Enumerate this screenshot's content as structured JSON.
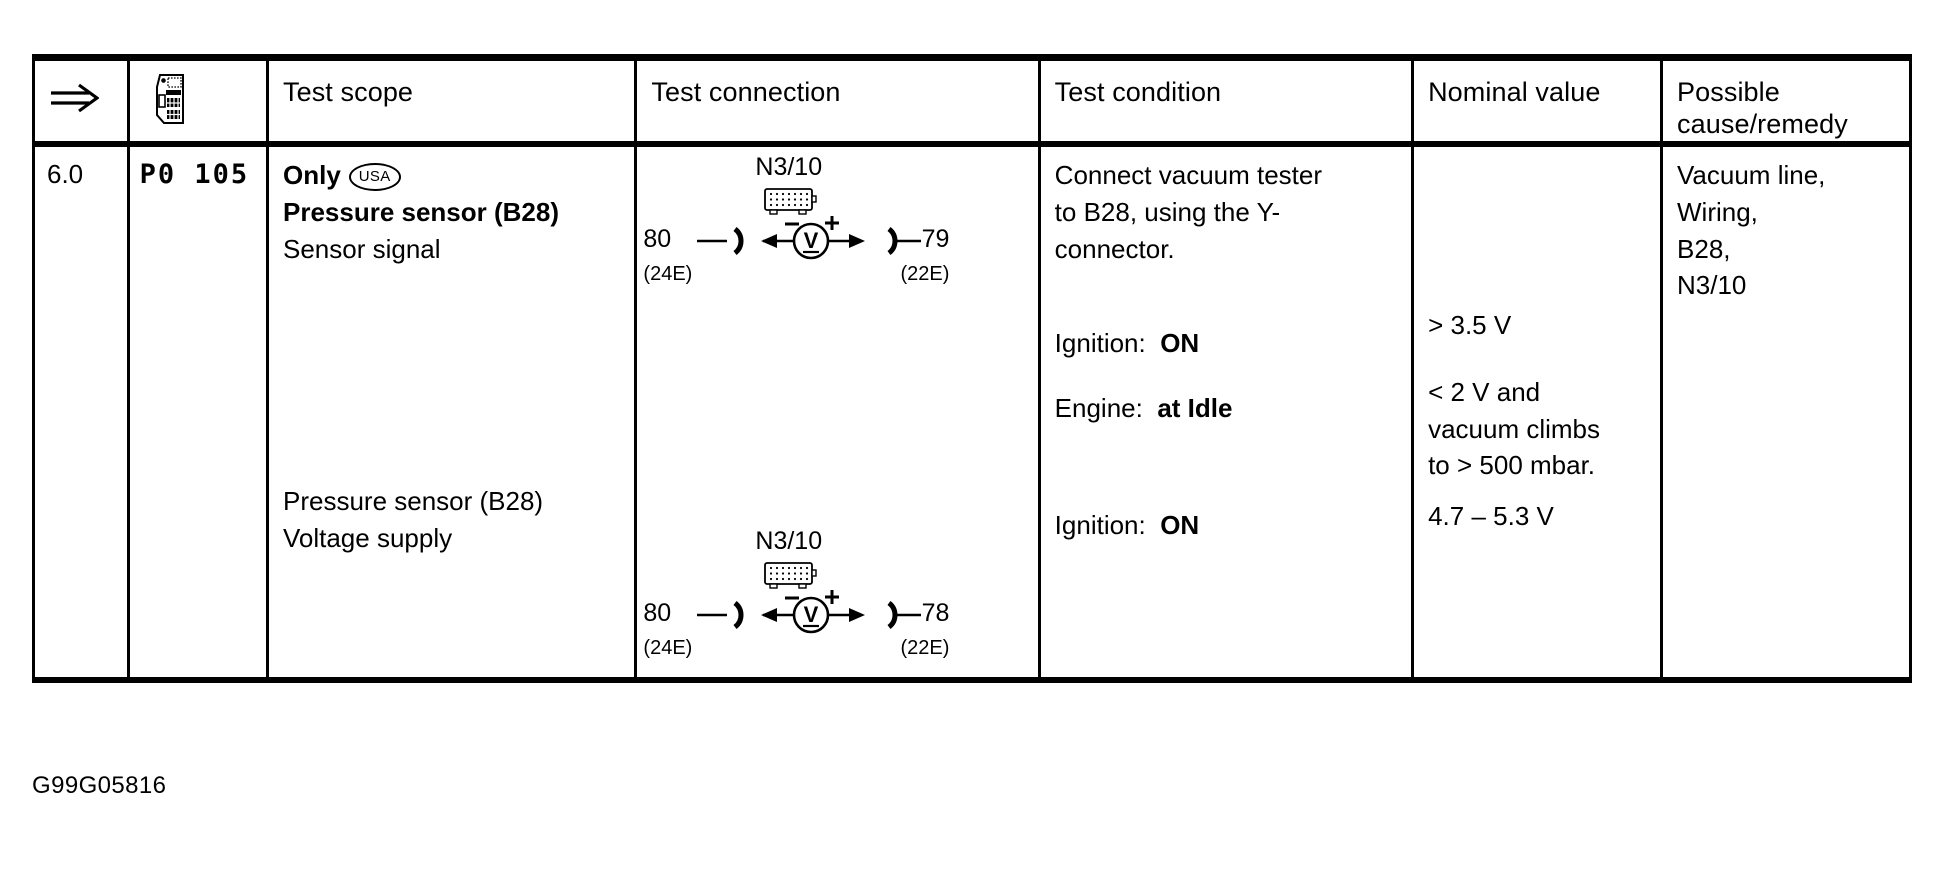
{
  "document": {
    "footer_reference": "G99G05816"
  },
  "table": {
    "headers": [
      {
        "id": "step",
        "label": "",
        "icon": "double-arrow-icon"
      },
      {
        "id": "device",
        "label": "",
        "icon": "handheld-tester-icon"
      },
      {
        "id": "test_scope",
        "label": "Test scope"
      },
      {
        "id": "test_connection",
        "label": "Test connection"
      },
      {
        "id": "test_condition",
        "label": "Test condition"
      },
      {
        "id": "nominal_value",
        "label": "Nominal value"
      },
      {
        "id": "possible_cause",
        "label": "Possible\ncause/remedy"
      }
    ],
    "header_cause_line1": "Possible",
    "header_cause_line2": "cause/remedy",
    "row": {
      "step_number": "6.0",
      "fault_code": "P0 105",
      "test_scope": {
        "group_1": {
          "only_label": "Only",
          "market_badge": "USA",
          "title": "Pressure sensor (B28)",
          "subtitle": "Sensor signal"
        },
        "group_2": {
          "title": "Pressure sensor (B28)",
          "subtitle": "Voltage supply"
        }
      },
      "test_connection": {
        "diagram_1": {
          "component_label": "N3/10",
          "connector_icon": "connector-block-icon",
          "meter_icon": "voltmeter-icon",
          "meter_symbol": "V",
          "terminal_negative": "−",
          "terminal_positive": "+",
          "pin_left": "80",
          "pin_left_sub": "(24E)",
          "pin_right": "79",
          "pin_right_sub": "(22E)"
        },
        "diagram_2": {
          "component_label": "N3/10",
          "connector_icon": "connector-block-icon",
          "meter_icon": "voltmeter-icon",
          "meter_symbol": "V",
          "terminal_negative": "−",
          "terminal_positive": "+",
          "pin_left": "80",
          "pin_left_sub": "(24E)",
          "pin_right": "78",
          "pin_right_sub": "(22E)"
        }
      },
      "test_condition": {
        "instruction_line_1": "Connect vacuum tester",
        "instruction_line_2": "to B28, using the Y-",
        "instruction_line_3": "connector.",
        "condition_1_label": "Ignition:",
        "condition_1_value": "ON",
        "condition_2_label": "Engine:",
        "condition_2_value": "at Idle",
        "condition_3_label": "Ignition:",
        "condition_3_value": "ON"
      },
      "nominal_value": {
        "value_1": "> 3.5 V",
        "value_2_line_1": "< 2 V and",
        "value_2_line_2": "vacuum climbs",
        "value_2_line_3": "to > 500 mbar.",
        "value_3": "4.7 – 5.3 V"
      },
      "possible_cause": [
        "Vacuum line,",
        "Wiring,",
        "B28,",
        "N3/10"
      ]
    }
  }
}
